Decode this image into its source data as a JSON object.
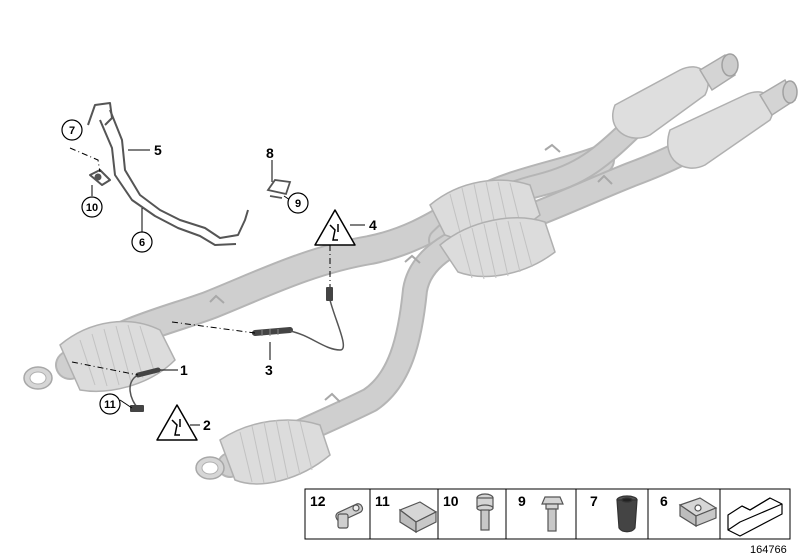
{
  "callouts": {
    "c1": "1",
    "c2": "2",
    "c3": "3",
    "c4": "4",
    "c5": "5",
    "c6": "6",
    "c7": "7",
    "c8": "8",
    "c9": "9",
    "c10": "10",
    "c11": "11"
  },
  "legend": {
    "items": [
      "12",
      "11",
      "10",
      "9",
      "7",
      "6"
    ]
  },
  "doc_id": "164766",
  "colors": {
    "pipe": "#cfcfcf",
    "pipe_edge": "#b5b5b5",
    "bracket": "#555555",
    "sensor": "#444444"
  }
}
